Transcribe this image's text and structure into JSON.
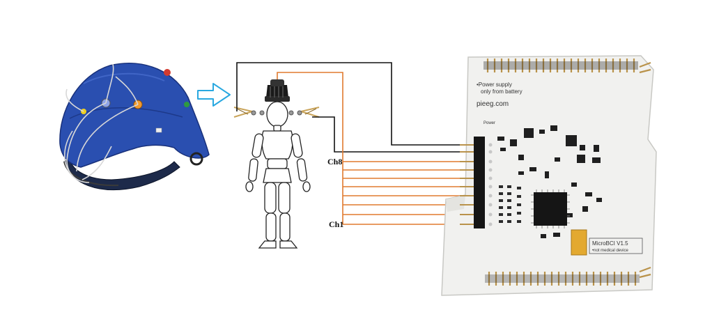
{
  "labels": {
    "ch8": "Ch8",
    "ch1": "Ch1"
  },
  "board": {
    "notice_line1": "•Power supply",
    "notice_line2": "only from battery",
    "site": "pieeg.com",
    "power_label": "Power",
    "model_line1": "MicroBCI V1.5",
    "model_line2": "•not medical device"
  },
  "colors": {
    "cap": "#2a4fb0",
    "arrow": "#29a8e0",
    "channel_wire": "#e07a2e",
    "ground_wire": "#111111",
    "board": "#f1f1ef",
    "pins": "#b9924a"
  },
  "icons": [
    "eeg-cap-photo",
    "right-arrow-icon",
    "mannequin-figure",
    "electrode-cup",
    "ear-clip-electrode",
    "pcb-board-photo"
  ]
}
